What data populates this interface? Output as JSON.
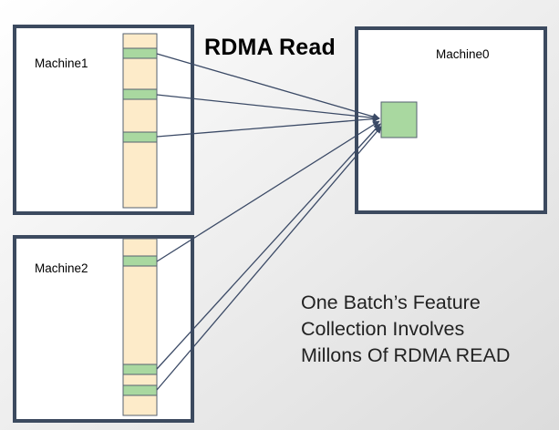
{
  "title": "RDMA Read",
  "machines": {
    "machine1": "Machine1",
    "machine2": "Machine2",
    "machine0": "Machine0"
  },
  "caption": {
    "line1": "One Batch’s Feature",
    "line2": "Collection Involves",
    "line3": "Millons Of RDMA READ"
  },
  "colors": {
    "box_border": "#3c4a5f",
    "feature_column": "#fdebc9",
    "feature_row": "#a9d8a0",
    "arrow": "#3b4a66"
  }
}
